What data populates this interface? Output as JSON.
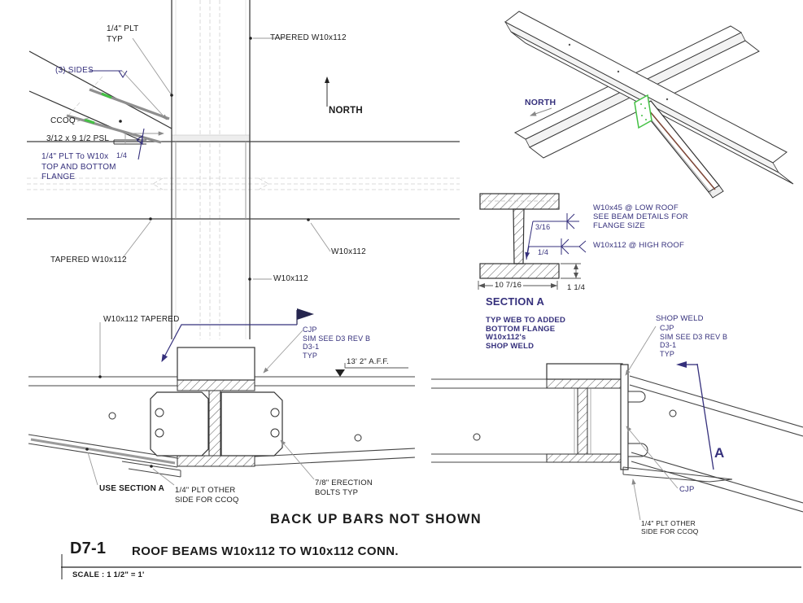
{
  "drawing": {
    "number": "D7-1",
    "title": "ROOF BEAMS  W10x112 TO W10x112 CONN.",
    "scale_label": "SCALE :  1 1/2\" = 1'",
    "note": "BACK UP BARS NOT SHOWN"
  },
  "plan": {
    "plt_typ": "1/4\" PLT\nTYP",
    "tapered_top": "TAPERED W10x112",
    "north": "NORTH",
    "sides": "(3) SIDES",
    "ccoq": "CCOQ",
    "psl": "3/12 x 9 1/2 PSL",
    "plt_flange": "1/4\" PLT To W10x\nTOP AND BOTTOM\nFLANGE",
    "weld_quarter": "1/4",
    "tapered_bottom": "TAPERED W10x112",
    "w10_right": "W10x112",
    "w10_center": "W10x112"
  },
  "iso": {
    "north": "NORTH"
  },
  "section_a": {
    "title": "SECTION A",
    "weld_316": "3/16",
    "weld_14": "1/4",
    "low_roof": "W10x45 @ LOW ROOF\nSEE BEAM DETAILS FOR\nFLANGE SIZE",
    "high_roof": "W10x112 @ HIGH ROOF",
    "dim_width": "10  7/16",
    "dim_thk": "1 1/4",
    "note": "TYP WEB TO ADDED\nBOTTOM FLANGE\nW10x112's\nSHOP WELD"
  },
  "detail_left": {
    "tapered": "W10x112 TAPERED",
    "cjp_note": "CJP\nSIM SEE D3 REV B\nD3-1\nTYP",
    "aff": "13'  2\" A.F.F.",
    "use_section": "USE SECTION A",
    "plt_other": "1/4\" PLT OTHER\nSIDE FOR CCOQ",
    "erection_bolts": "7/8\" ERECTION\nBOLTS TYP"
  },
  "detail_right": {
    "shop_weld": "SHOP WELD",
    "cjp_note": "CJP\nSIM SEE D3 REV B\nD3-1\nTYP",
    "cjp": "CJP",
    "plt_other": "1/4\" PLT OTHER\nSIDE FOR CCOQ",
    "section_mark": "A"
  },
  "colors": {
    "annotation": "#35307c",
    "ink": "#1b1b1b",
    "leader": "#9a9a9a",
    "psl_highlight": "#44c144",
    "member_edge": "#7c4434"
  }
}
